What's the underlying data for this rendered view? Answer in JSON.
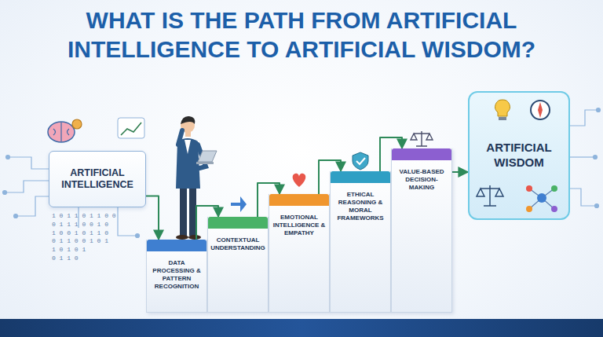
{
  "diagram": {
    "title": "WHAT IS THE PATH FROM ARTIFICIAL INTELLIGENCE TO ARTIFICIAL WISDOM?",
    "nodes": [
      {
        "text": [
          "ARTIFICIAL INTELLIGENCE"
        ]
      },
      {
        "text": [
          "DATA PROCESSING & PATTERN RECOGNITION"
        ]
      },
      {
        "text": [
          "CONTEXTUAL UNDERSTANDING"
        ]
      },
      {
        "text": [
          "EMOTIONAL INTELLIGENCE & EMPATHY"
        ]
      },
      {
        "text": [
          "ETHICAL REASONING & MORAL FRAMEWORKS"
        ]
      },
      {
        "text": [
          "VALUE-BASED DECISION-MAKING"
        ]
      },
      {
        "text": [
          "ARTIFICIAL WISDOM"
        ]
      }
    ],
    "edges": [
      {
        "from": 0,
        "to": 1,
        "arrow": "to"
      },
      {
        "from": 1,
        "to": 2,
        "arrow": "to"
      },
      {
        "from": 2,
        "to": 3,
        "arrow": "to"
      },
      {
        "from": 3,
        "to": 4,
        "arrow": "to"
      },
      {
        "from": 4,
        "to": 5,
        "arrow": "to"
      },
      {
        "from": 5,
        "to": 6,
        "arrow": "to"
      }
    ],
    "labels": [
      "1 0 1 1 0 1 1 0 0",
      "0 1 1 1 0 0 1 0",
      "1 0 0 1 0 1 1 0",
      "0 1 1 0 0 1 0 1",
      "1 0 1 0 1",
      "0 1 1 0"
    ]
  }
}
